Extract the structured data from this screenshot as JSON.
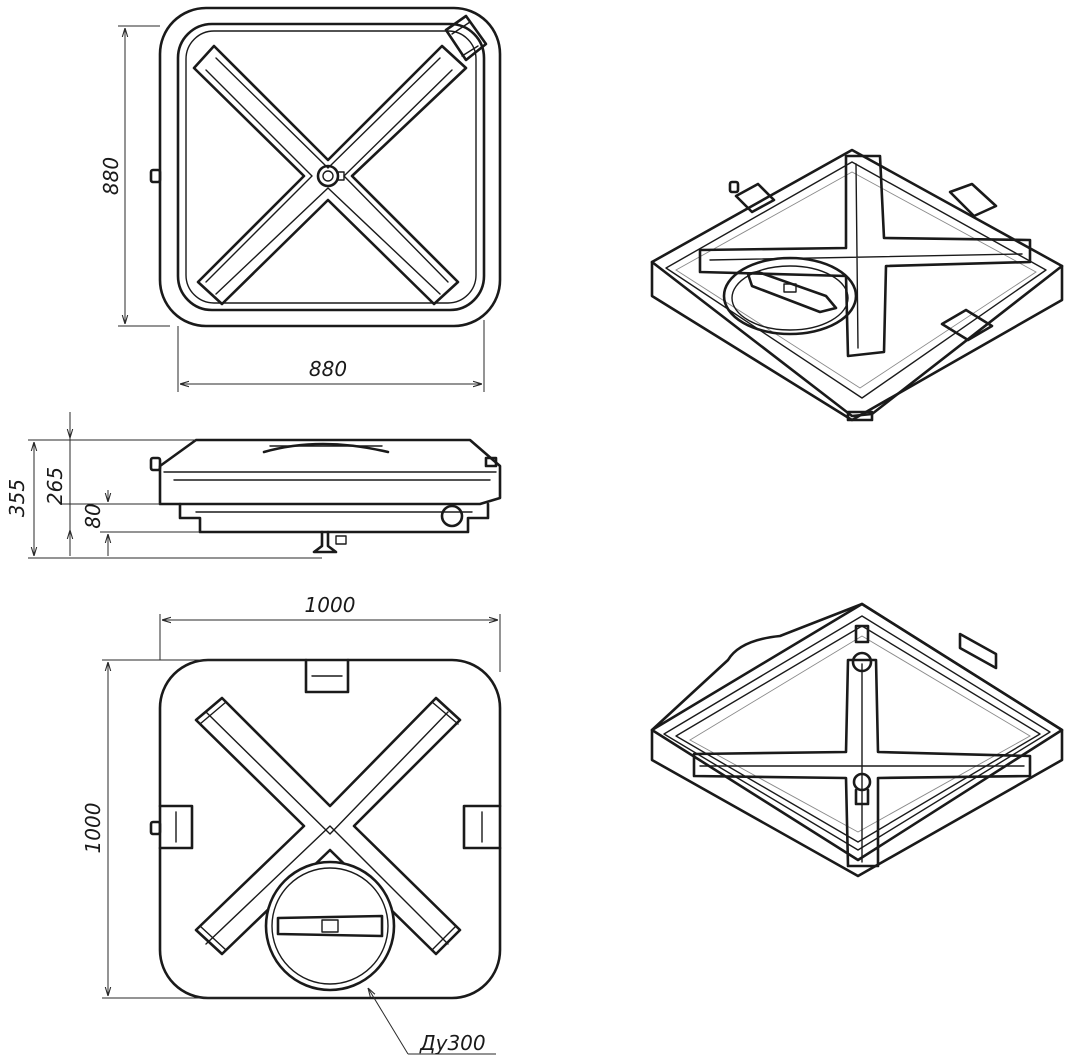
{
  "dimensions": {
    "top_width": "880",
    "top_height": "880",
    "side_total_height": "355",
    "side_body_height": "265",
    "side_base_height": "80",
    "bottom_width": "1000",
    "bottom_height": "1000"
  },
  "callout": {
    "hatch_label": "Ду300"
  },
  "colors": {
    "line": "#1a1a1a",
    "background": "#ffffff"
  }
}
